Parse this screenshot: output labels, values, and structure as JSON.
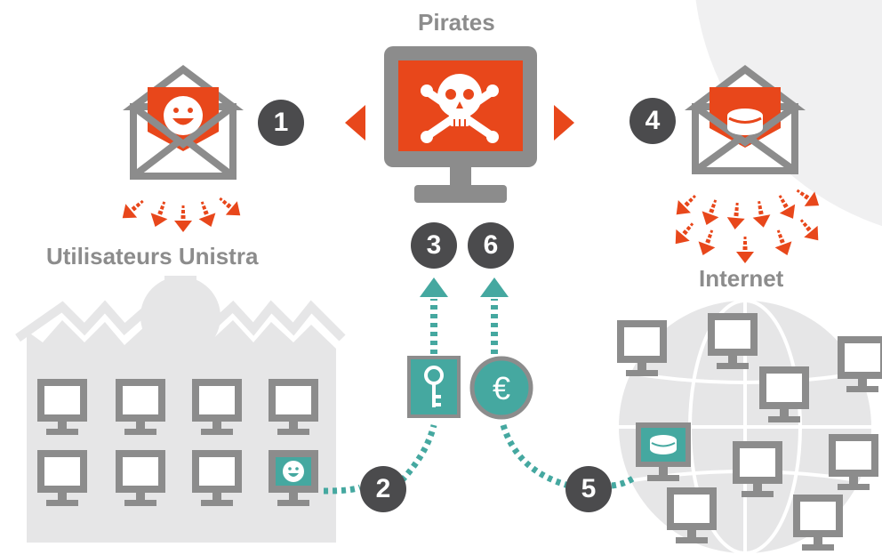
{
  "labels": {
    "pirates": "Pirates",
    "users": "Utilisateurs Unistra",
    "internet": "Internet"
  },
  "steps": [
    "1",
    "2",
    "3",
    "4",
    "5",
    "6"
  ],
  "icons": {
    "skull": "skull-crossbones-icon",
    "smiley": "smiley-face-icon",
    "database": "database-disc-icon",
    "key": "key-icon",
    "euro": "euro-coin-icon",
    "monitor": "computer-monitor-icon",
    "envelope": "envelope-icon",
    "globe": "globe-icon"
  },
  "colors": {
    "accent_orange": "#e8471b",
    "teal": "#45a8a0",
    "dark_gray": "#4b4b4d",
    "mid_gray": "#8c8c8c",
    "light_gray": "#e6e6e7"
  }
}
